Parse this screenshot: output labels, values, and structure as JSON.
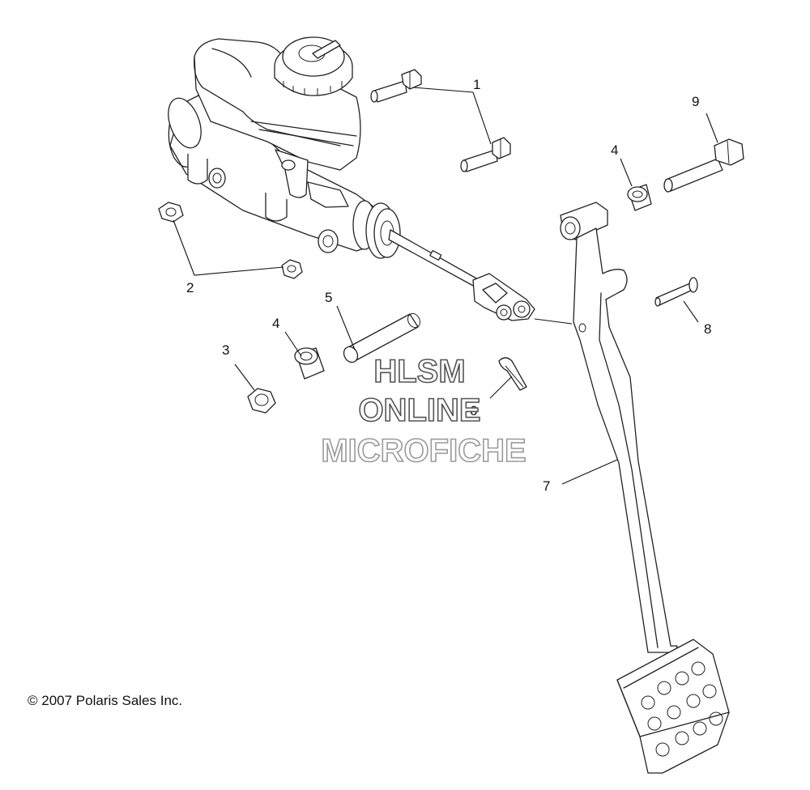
{
  "callouts": {
    "c1": "1",
    "c2": "2",
    "c3": "3",
    "c4a": "4",
    "c4b": "4",
    "c5": "5",
    "c6": "6",
    "c7": "7",
    "c8": "8",
    "c9": "9"
  },
  "watermark": {
    "line1": "HLSM",
    "line2": "ONLINE",
    "line3": "MICROFICHE"
  },
  "copyright": "© 2007 Polaris Sales Inc."
}
